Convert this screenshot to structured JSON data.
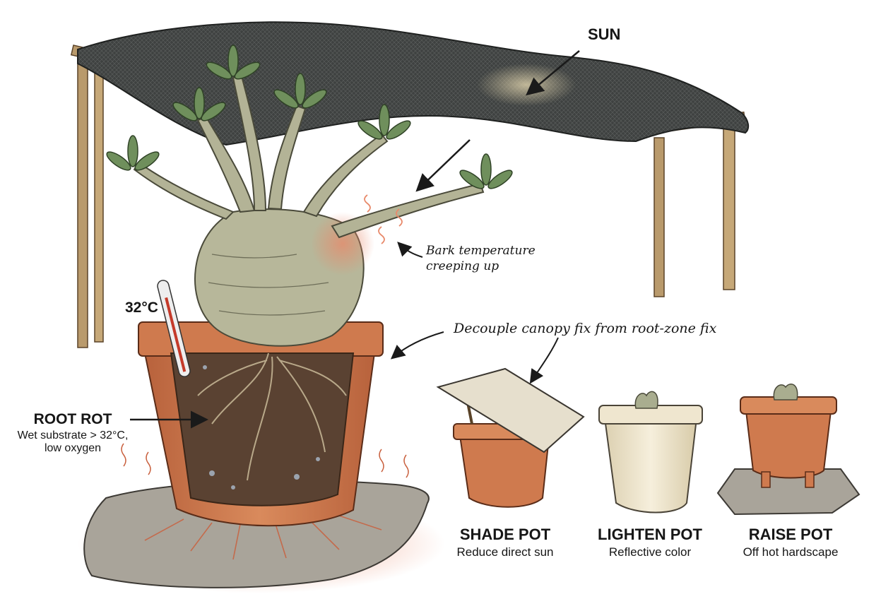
{
  "labels": {
    "sun": "SUN",
    "bark_note": [
      "Bark temperature",
      "creeping up"
    ],
    "thermometer_reading": "32°C",
    "root_rot": {
      "title": "ROOT ROT",
      "lines": [
        "Wet substrate > 32°C,",
        "low oxygen"
      ]
    },
    "decouple_note": "Decouple canopy fix from root-zone fix"
  },
  "fixes": [
    {
      "title": "SHADE POT",
      "subtitle": "Reduce direct sun"
    },
    {
      "title": "LIGHTEN POT",
      "subtitle": "Reflective color"
    },
    {
      "title": "RAISE POT",
      "subtitle": "Off hot hardscape"
    }
  ],
  "colors": {
    "terracotta": "#cf7a4e",
    "shade_cloth": "#3f4241",
    "soil": "#5a4232",
    "trunk": "#b7b79a",
    "leaf": "#6f8f5c",
    "heat_glow": "#e8896a",
    "cream_pot": "#efe6cf"
  }
}
